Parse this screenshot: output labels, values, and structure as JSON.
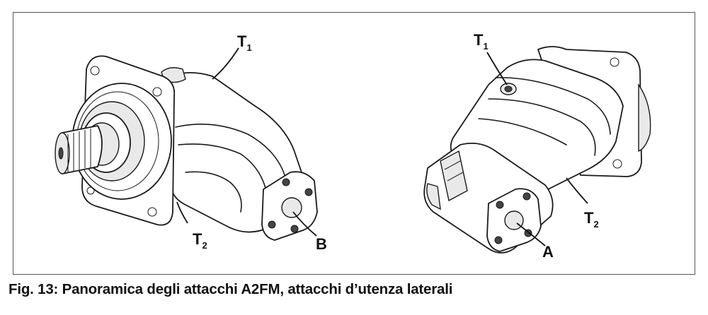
{
  "figure": {
    "caption": "Fig. 13: Panoramica degli attacchi A2FM, attacchi d’utenza laterali"
  },
  "left_view": {
    "labels": {
      "t1": {
        "main": "T",
        "sub": "1"
      },
      "t2": {
        "main": "T",
        "sub": "2"
      },
      "b": "B"
    }
  },
  "right_view": {
    "labels": {
      "t1": {
        "main": "T",
        "sub": "1"
      },
      "t2": {
        "main": "T",
        "sub": "2"
      },
      "a": "A"
    }
  }
}
